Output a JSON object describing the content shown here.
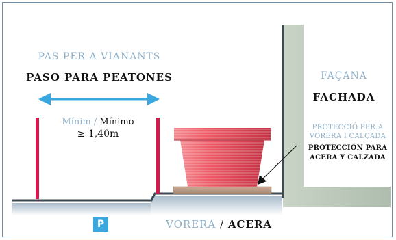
{
  "sidewalk_heading": {
    "catalan": "PAS PER A VIANANTS",
    "spanish": "PASO PARA PEATONES"
  },
  "facade": {
    "catalan": "FAÇANA",
    "spanish": "FACHADA"
  },
  "minimum": {
    "catalan": "Mínim",
    "separator": "/",
    "spanish": "Mínimo",
    "value": "≥ 1,40m"
  },
  "protection": {
    "catalan": "PROTECCIÓ PER A VORERA I CALÇADA",
    "spanish": "PROTECCIÓN PARA ACERA Y CALZADA"
  },
  "curb": {
    "catalan": "VORERA",
    "separator": "/",
    "spanish": "ACERA"
  },
  "badge": {
    "letter": "P"
  },
  "colors": {
    "catalan_text": "#8fb0c9",
    "arrow": "#3aa7df",
    "bollard": "#d8174e",
    "planter": "#ec4f5c",
    "wall": "#b9c7b9",
    "ground": "#3d4a52",
    "badge_bg": "#3aa7df"
  }
}
